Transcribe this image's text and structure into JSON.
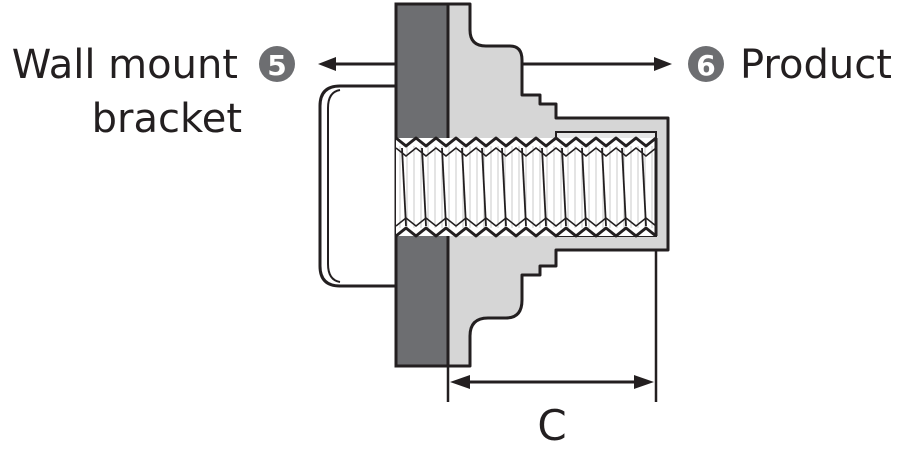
{
  "labels": {
    "wall_mount_line1": "Wall mount",
    "wall_mount_line2": "bracket",
    "wall_mount_badge": "5",
    "product": "Product",
    "product_badge": "6",
    "dimension": "C"
  },
  "colors": {
    "ink": "#231f20",
    "bracket_fill": "#6d6e71",
    "product_fill": "#d6d6d6",
    "screw_fill": "#ffffff",
    "badge_fill": "#6d6e71",
    "hatch": "#bcbec0"
  }
}
